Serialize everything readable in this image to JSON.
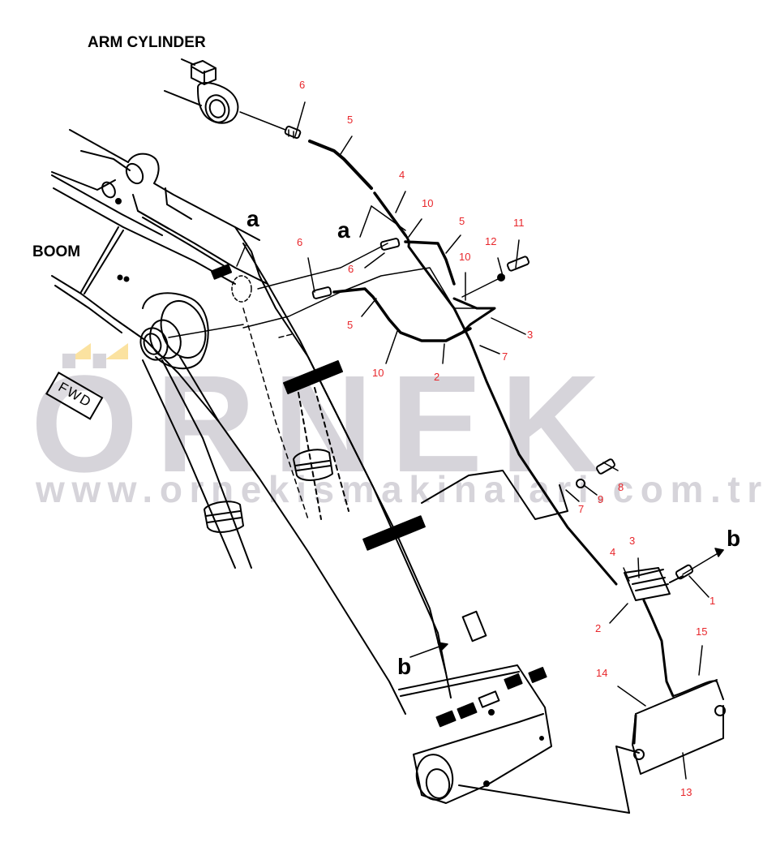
{
  "diagram": {
    "titles": {
      "arm_cylinder": "ARM CYLINDER",
      "boom": "BOOM"
    },
    "view_markers": {
      "a_left": "a",
      "a_right": "a",
      "b_right": "b",
      "b_left": "b"
    },
    "fwd_tag": "FWD",
    "colors": {
      "callout": "#e8262b",
      "line": "#000000",
      "watermark": "#d6d4da",
      "watermark_accent": "#fbe2a0"
    },
    "callouts": [
      {
        "id": "c6a",
        "label": "6"
      },
      {
        "id": "c5a",
        "label": "5"
      },
      {
        "id": "c4a",
        "label": "4"
      },
      {
        "id": "c10a",
        "label": "10"
      },
      {
        "id": "c5b",
        "label": "5"
      },
      {
        "id": "c11",
        "label": "11"
      },
      {
        "id": "c12",
        "label": "12"
      },
      {
        "id": "c6b",
        "label": "6"
      },
      {
        "id": "c6c",
        "label": "6"
      },
      {
        "id": "c10b",
        "label": "10"
      },
      {
        "id": "c5c",
        "label": "5"
      },
      {
        "id": "c3a",
        "label": "3"
      },
      {
        "id": "c7a",
        "label": "7"
      },
      {
        "id": "c10c",
        "label": "10"
      },
      {
        "id": "c2a",
        "label": "2"
      },
      {
        "id": "c8",
        "label": "8"
      },
      {
        "id": "c9",
        "label": "9"
      },
      {
        "id": "c7b",
        "label": "7"
      },
      {
        "id": "c4b",
        "label": "4"
      },
      {
        "id": "c3b",
        "label": "3"
      },
      {
        "id": "c1",
        "label": "1"
      },
      {
        "id": "c2b",
        "label": "2"
      },
      {
        "id": "c15",
        "label": "15"
      },
      {
        "id": "c14",
        "label": "14"
      },
      {
        "id": "c13",
        "label": "13"
      }
    ]
  },
  "watermark": {
    "brand": "ÖRNEK",
    "url": "www.ornekismakinalari.com.tr"
  }
}
